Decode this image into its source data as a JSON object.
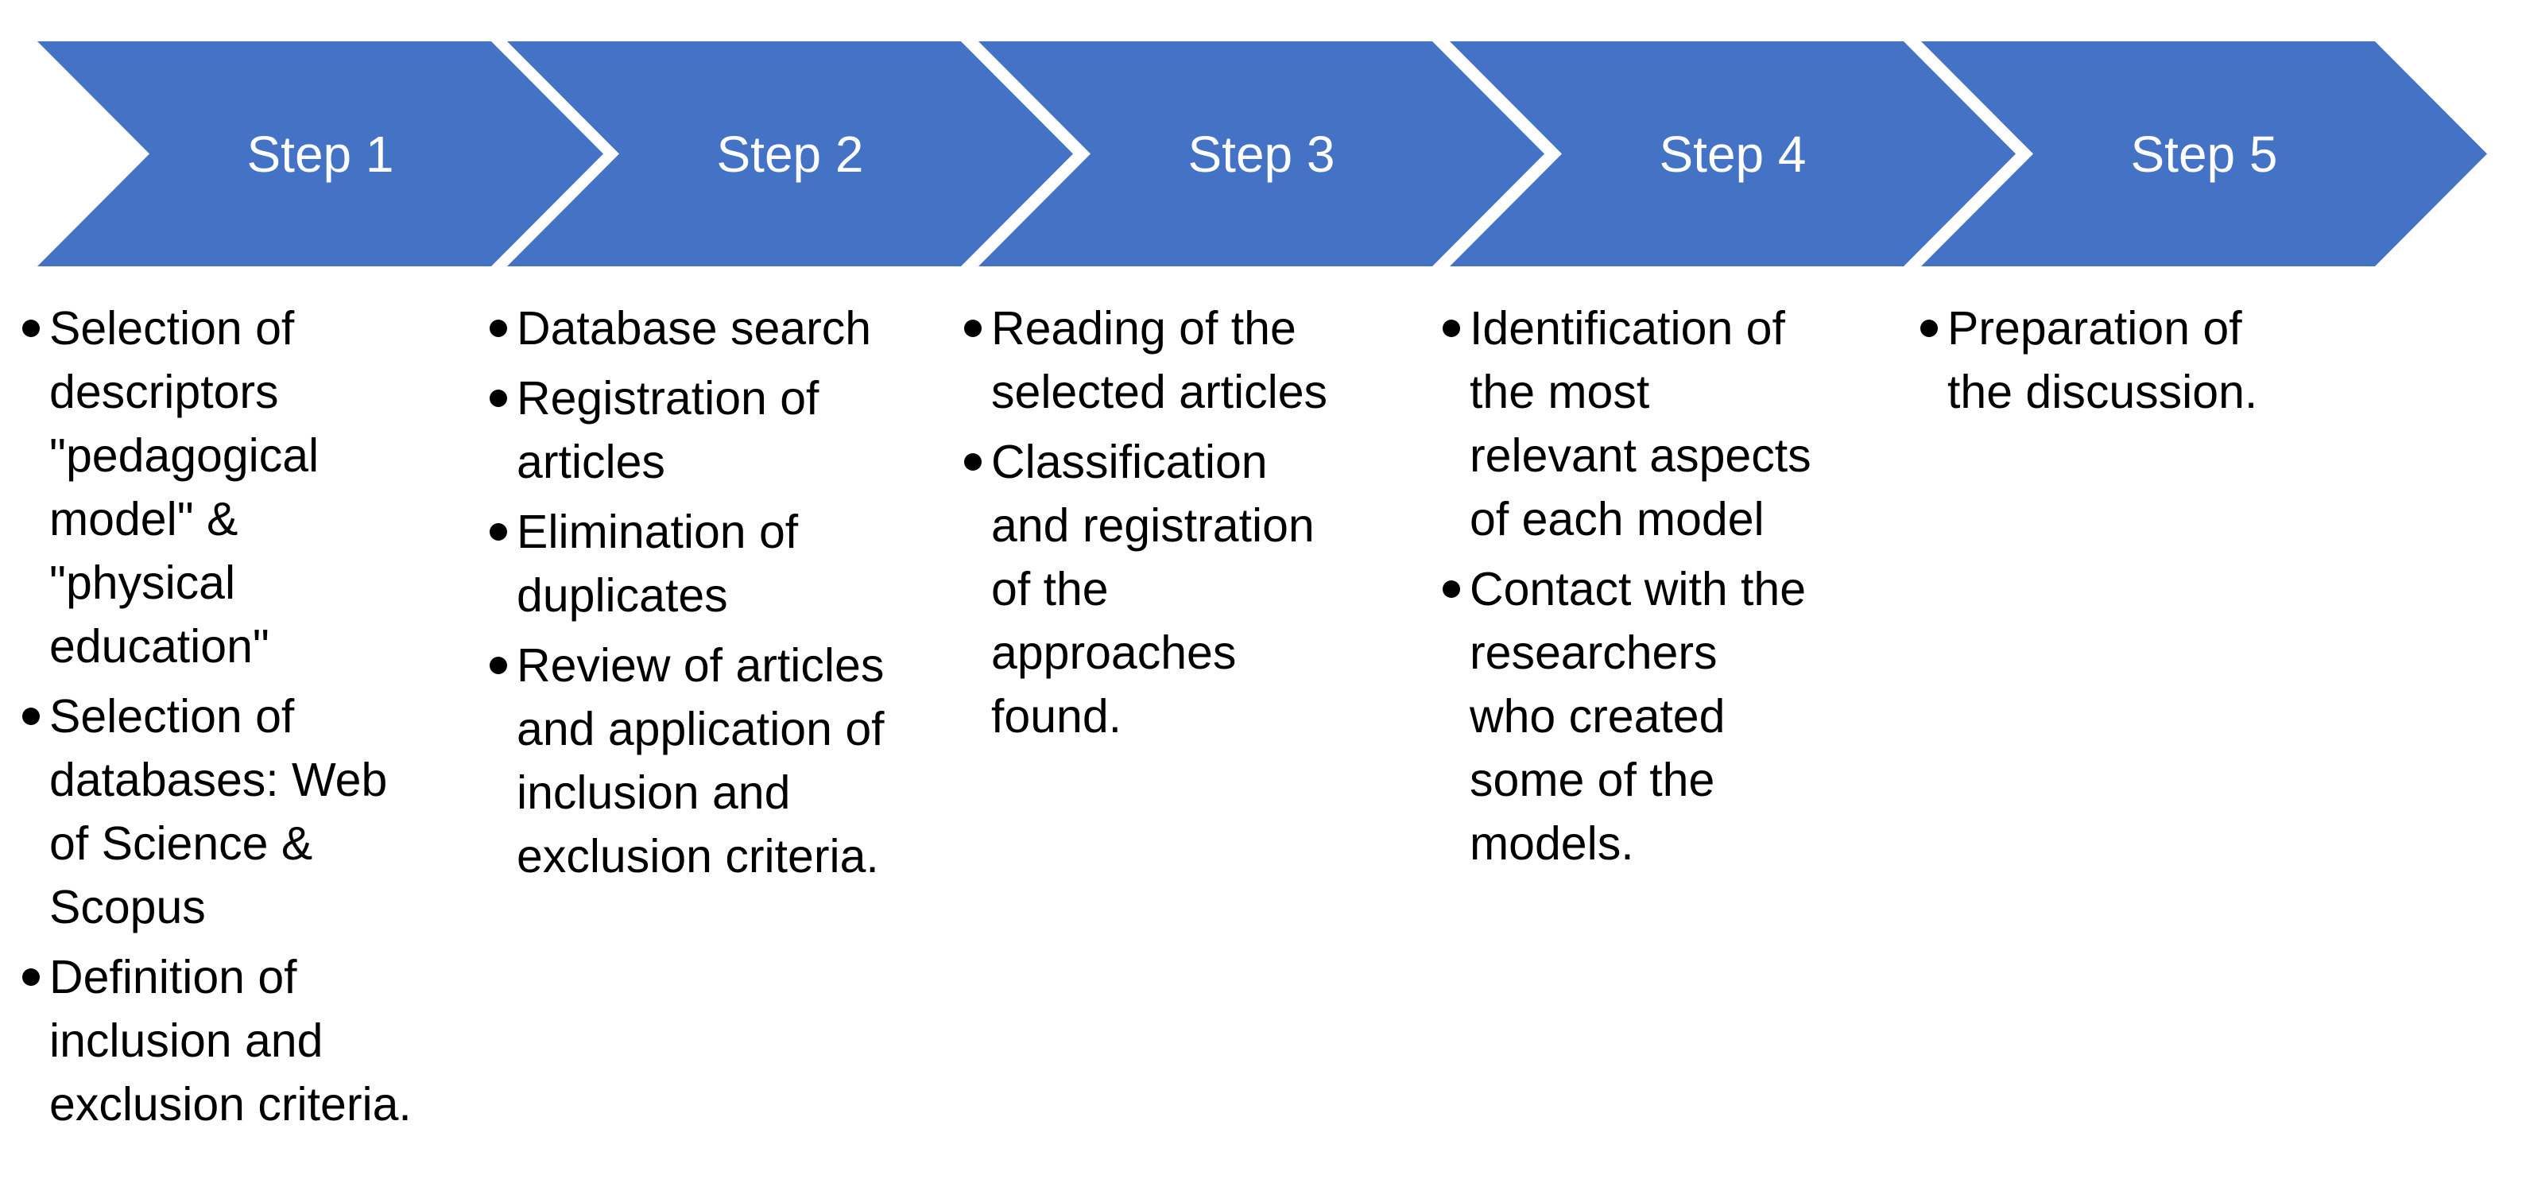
{
  "diagram": {
    "type": "chevron-process",
    "colors": {
      "chevron_blue": "#4472C4",
      "step_label_text": "#FFFFFF",
      "body_text": "#000000",
      "background": "#FFFFFF"
    },
    "steps": [
      {
        "label": "Step 1",
        "bullets": [
          "Selection of descriptors \"pedagogical model\" & \"physical education\"",
          "Selection of databases: Web of Science & Scopus",
          "Definition of inclusion and exclusion criteria."
        ]
      },
      {
        "label": "Step 2",
        "bullets": [
          "Database search",
          "Registration of articles",
          "Elimination of duplicates",
          "Review of articles and application of inclusion and exclusion criteria."
        ]
      },
      {
        "label": "Step 3",
        "bullets": [
          "Reading of the selected articles",
          "Classification and registration of the approaches found."
        ]
      },
      {
        "label": "Step 4",
        "bullets": [
          "Identification of the most relevant aspects of each model",
          "Contact with the researchers who created some of the models."
        ]
      },
      {
        "label": "Step 5",
        "bullets": [
          "Preparation of the discussion."
        ]
      }
    ]
  }
}
